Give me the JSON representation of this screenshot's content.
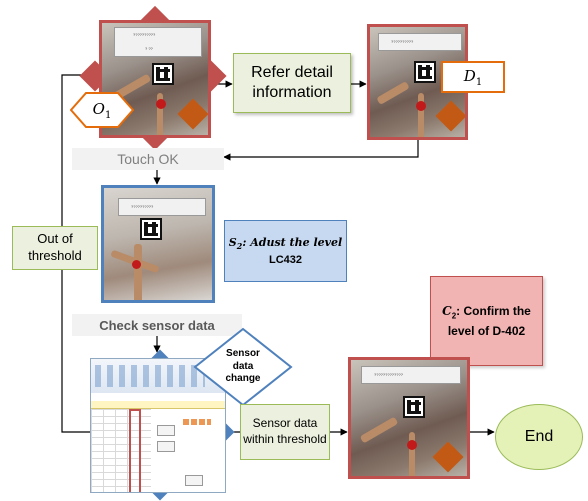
{
  "nodes": {
    "o1_label": "O",
    "o1_sub": "1",
    "d1_label": "D",
    "d1_sub": "1",
    "refer_detail": "Refer detail information",
    "touch_ok": "Touch OK",
    "out_of_threshold": "Out of threshold",
    "s2_italic": "S",
    "s2_sub": "2",
    "s2_title": ": Adust the level",
    "s2_code": "LC432",
    "check_sensor": "Check sensor data",
    "sensor_change": "Sensor data change",
    "within_threshold": "Sensor data within threshold",
    "c2_italic": "C",
    "c2_sub": "2",
    "c2_title": ": Confirm the level of D-402",
    "end": "End"
  },
  "colors": {
    "red_diamond": "#c0504d",
    "o1_border": "#e46c0a",
    "refer_fill": "#ebf1de",
    "refer_border": "#9bbb59",
    "touch_fill": "#f2f2f2",
    "out_fill": "#ebf1de",
    "s2_fill": "#c6d9f1",
    "s2_border": "#4f81bd",
    "check_fill": "#f2f2f2",
    "sensor_border": "#4f81bd",
    "c2_fill": "#f2b3b3",
    "c2_border": "#c0504d",
    "end_fill": "#e4f2b8",
    "end_border": "#9bbb59",
    "blue_diamond": "#4f81bd"
  }
}
